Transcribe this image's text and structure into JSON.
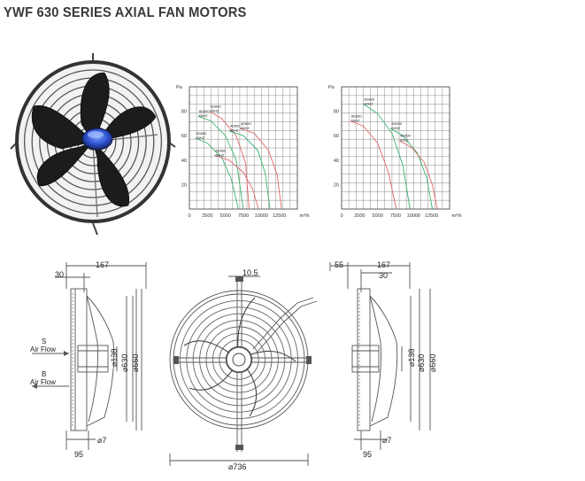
{
  "page": {
    "title": "YWF 630 SERIES AXIAL FAN MOTORS"
  },
  "chart_data": [
    {
      "type": "line",
      "xlabel": "m³/h",
      "ylabel": "Pa",
      "xlim": [
        0,
        15000
      ],
      "ylim": [
        0,
        100
      ],
      "x_ticks": [
        "0",
        "2500",
        "5000",
        "7500",
        "10000",
        "12500",
        "m³/h"
      ],
      "y_ticks": [
        "20",
        "40",
        "60",
        "80"
      ],
      "y_unit_label": "Pa",
      "grid": true,
      "series": [
        {
          "name": "8D890 60HZ",
          "label_lines": [
            "8D890",
            "60HZ"
          ],
          "color": "#3cb371",
          "x": [
            1200,
            3000,
            5000,
            6500,
            7500
          ],
          "y": [
            76,
            72,
            60,
            40,
            0
          ]
        },
        {
          "name": "6D890 60HZ",
          "label_lines": [
            "6D890",
            "60HZ"
          ],
          "color": "#e06a6a",
          "x": [
            2800,
            4500,
            6500,
            7800,
            8300
          ],
          "y": [
            80,
            74,
            60,
            38,
            0
          ]
        },
        {
          "name": "8D890 50HZ",
          "label_lines": [
            "8D890",
            "50HZ"
          ],
          "color": "#3cb371",
          "x": [
            800,
            2500,
            4500,
            5800,
            6800
          ],
          "y": [
            58,
            54,
            42,
            25,
            0
          ]
        },
        {
          "name": "4D690 60HZ",
          "label_lines": [
            "4D690",
            "60HZ"
          ],
          "color": "#3cb371",
          "x": [
            5500,
            7500,
            9500,
            10500,
            11200
          ],
          "y": [
            64,
            60,
            48,
            30,
            0
          ]
        },
        {
          "name": "4D690 60HZ b",
          "label_lines": [
            "4D690",
            "60HZ"
          ],
          "color": "#e06a6a",
          "x": [
            7000,
            9000,
            11000,
            12200,
            12800
          ],
          "y": [
            66,
            62,
            48,
            28,
            0
          ]
        },
        {
          "name": "6D890 50HZ",
          "label_lines": [
            "6D890",
            "50HZ"
          ],
          "color": "#e06a6a",
          "x": [
            3500,
            5500,
            7500,
            8800,
            9600
          ],
          "y": [
            44,
            40,
            30,
            16,
            0
          ]
        }
      ]
    },
    {
      "type": "line",
      "xlabel": "m³/h",
      "ylabel": "Pa",
      "xlim": [
        0,
        15000
      ],
      "ylim": [
        0,
        100
      ],
      "x_ticks": [
        "0",
        "2500",
        "5000",
        "7500",
        "10000",
        "12500",
        "m³/h"
      ],
      "y_ticks": [
        "20",
        "40",
        "60",
        "80"
      ],
      "y_unit_label": "Pa",
      "grid": true,
      "series": [
        {
          "name": "8D890 60HZ",
          "label_lines": [
            "8D890",
            "60HZ"
          ],
          "color": "#3cb371",
          "x": [
            3000,
            5000,
            7000,
            8500,
            9500
          ],
          "y": [
            86,
            78,
            62,
            36,
            0
          ]
        },
        {
          "name": "8D890 50HZ",
          "label_lines": [
            "8D890",
            "50HZ"
          ],
          "color": "#e06a6a",
          "x": [
            1200,
            3000,
            5000,
            6500,
            7600
          ],
          "y": [
            72,
            68,
            54,
            30,
            0
          ]
        },
        {
          "name": "4D690 60HZ",
          "label_lines": [
            "4D690",
            "60HZ"
          ],
          "color": "#3cb371",
          "x": [
            6800,
            8500,
            10500,
            11800,
            12600
          ],
          "y": [
            66,
            60,
            46,
            26,
            0
          ]
        },
        {
          "name": "4D690 60HZ b",
          "label_lines": [
            "4D690",
            "60HZ"
          ],
          "color": "#e06a6a",
          "x": [
            8000,
            9800,
            11500,
            12600,
            13300
          ],
          "y": [
            56,
            50,
            38,
            20,
            0
          ]
        }
      ]
    }
  ],
  "drawings": {
    "side_left": {
      "dim_top": "167",
      "dim_hub": "30",
      "dim_bottom": "95",
      "hole": "⌀7",
      "dia_hub": "⌀138",
      "dia_ring": "⌀630",
      "dia_outer": "⌀660",
      "flow_s_letter": "S",
      "flow_s_text": "Air Flow",
      "flow_b_letter": "B",
      "flow_b_text": "Air Flow"
    },
    "front": {
      "dim_top": "10.5",
      "dim_bottom": "⌀736"
    },
    "side_right": {
      "dim_left": "55",
      "dim_top": "167",
      "dim_hub": "30",
      "dim_bottom": "95",
      "hole": "⌀7",
      "dia_hub": "⌀138",
      "dia_ring": "⌀630",
      "dia_outer": "⌀660"
    }
  },
  "colors": {
    "grid": "#777777",
    "line_green": "#3cb371",
    "line_red": "#e06a6a",
    "drawing": "#555555",
    "fan_dark": "#1c1c1c"
  }
}
